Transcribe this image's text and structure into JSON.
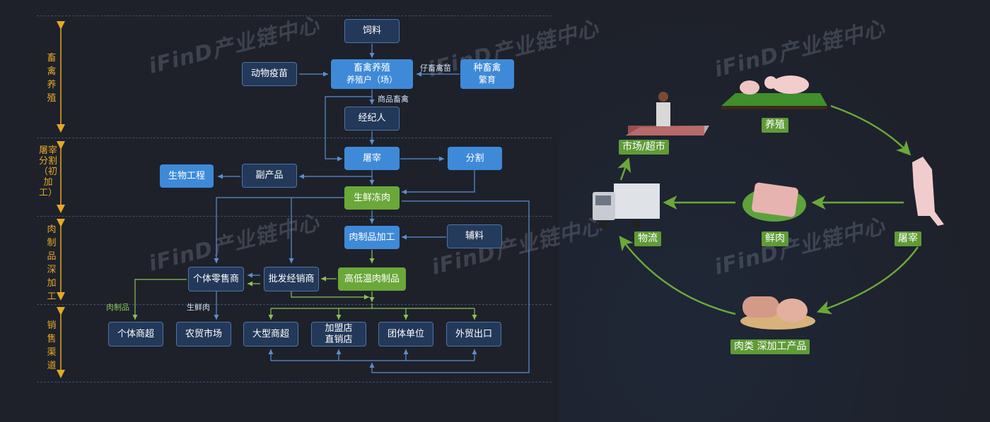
{
  "watermark": "iFinD产业链中心",
  "stages": [
    {
      "id": "breeding",
      "label": "畜禽养殖"
    },
    {
      "id": "slaughter",
      "label": "屠宰分割（初加工）"
    },
    {
      "id": "deep",
      "label": "肉制品深加工"
    },
    {
      "id": "sales",
      "label": "销售渠道"
    }
  ],
  "nodes": {
    "feed": {
      "label": "饲料"
    },
    "vaccine": {
      "label": "动物疫苗"
    },
    "breeding": {
      "label": "畜禽养殖",
      "sub": "养殖户（场）"
    },
    "breeder_stock": {
      "label": "种畜禽",
      "sub": "繁育"
    },
    "broker": {
      "label": "经纪人"
    },
    "slaughter": {
      "label": "屠宰"
    },
    "cutting": {
      "label": "分割"
    },
    "bio_engineering": {
      "label": "生物工程"
    },
    "byproduct": {
      "label": "副产品"
    },
    "fresh_frozen": {
      "label": "生鲜冻肉"
    },
    "meat_processing": {
      "label": "肉制品加工"
    },
    "auxiliary": {
      "label": "辅料"
    },
    "retailer": {
      "label": "个体零售商"
    },
    "wholesaler": {
      "label": "批发经销商"
    },
    "temp_products": {
      "label": "高低温肉制品"
    },
    "small_supermarket": {
      "label": "个体商超"
    },
    "farmers_market": {
      "label": "农贸市场"
    },
    "large_supermarket": {
      "label": "大型商超"
    },
    "franchise": {
      "label": "加盟店",
      "sub": "直销店"
    },
    "group_unit": {
      "label": "团体单位"
    },
    "export": {
      "label": "外贸出口"
    }
  },
  "edge_labels": {
    "piglets": "仔畜禽苗",
    "commodity_livestock": "商品畜禽",
    "meat_products": "肉制品",
    "fresh_meat": "生鲜肉"
  },
  "cycle": {
    "items": [
      {
        "id": "breeding",
        "label": "养殖",
        "image": "pigs-on-grass"
      },
      {
        "id": "slaughter",
        "label": "屠宰",
        "image": "pig-carcass"
      },
      {
        "id": "fresh_meat",
        "label": "鲜肉",
        "image": "pork-on-lettuce"
      },
      {
        "id": "logistics",
        "label": "物流",
        "image": "refrigerated-truck"
      },
      {
        "id": "market",
        "label": "市场/超市",
        "image": "butcher-stall"
      },
      {
        "id": "processed",
        "label": "肉类 深加工产品",
        "image": "ham-sausage-plate"
      }
    ]
  },
  "colors": {
    "background": "#1e212a",
    "stage_label": "#e3a827",
    "node_dark": "#23395a",
    "node_blue": "#3e8ad8",
    "node_green": "#6aa83a",
    "line_blue": "#5b8fd0",
    "line_green": "#8cc256",
    "cycle_green": "#6aa83a"
  }
}
